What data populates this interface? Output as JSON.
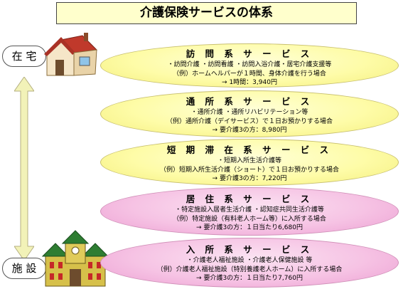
{
  "title": "介護保険サービスの体系",
  "side_labels": {
    "top": "在 宅",
    "bottom": "施 設"
  },
  "services": [
    {
      "name": "訪 問 系 サ ー ビ ス",
      "color": "yellow",
      "lines": [
        "・訪問介護 ・訪問看護 ・訪問入浴介護・居宅介護支援等",
        "（例）ホームヘルパーが１時間、身体介護を行う場合",
        "→ 1時間：3,940円"
      ]
    },
    {
      "name": "通 所 系 サ ー ビ ス",
      "color": "yellow",
      "lines": [
        "・通所介護 ・通所リハビリテーション等",
        "（例）通所介護（デイサービス）で１日お預かりする場合",
        "→ 要介護3の方：8,980円"
      ]
    },
    {
      "name": "短 期 滞 在 系 サ ー ビ ス",
      "color": "yellow",
      "lines": [
        "・短期入所生活介護等",
        "（例）短期入所生活介護（ショート）で１日お預かりする場合",
        "→ 要介護3の方：7,220円"
      ]
    },
    {
      "name": "居 住 系 サ ー ビ ス",
      "color": "pink",
      "lines": [
        "・特定施設入居者生活介護 ・認知症共同生活介護等",
        "（例）特定施設（有料老人ホーム等）に入所する場合",
        "→ 要介護3の方：１日当たり6,680円"
      ]
    },
    {
      "name": "入 所 系 サ ー ビ ス",
      "color": "pink",
      "lines": [
        "・介護老人福祉施設 ・介護老人保健施設 等",
        "（例）介護老人福祉施設（特別養護老人ホーム）に入所する場合",
        "→ 要介護3の方：１日当たり7,760円"
      ]
    }
  ],
  "colors": {
    "yellow": "#fefca8",
    "pink": "#f6c3e4",
    "arrow": "#f2f2b8",
    "house_roof": "#c0392b",
    "facility_wall": "#d6c04a"
  }
}
